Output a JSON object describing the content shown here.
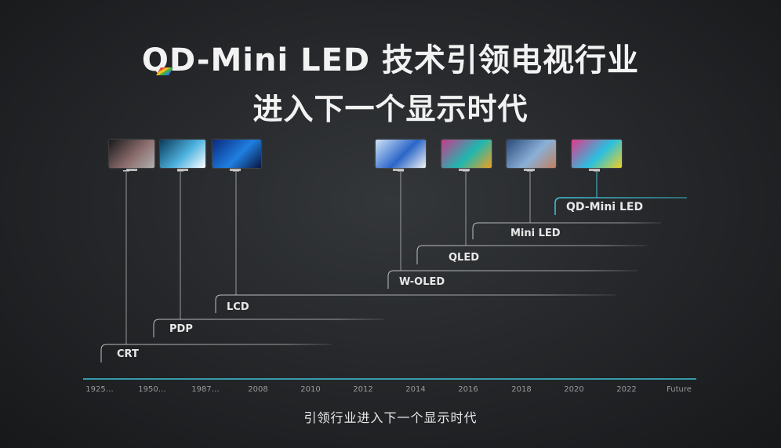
{
  "title": {
    "line1_prefix": "Q",
    "line1_rest": "D-Mini LED 技术引领电视行业",
    "line2": "进入下一个显示时代"
  },
  "timeline": {
    "ticks": [
      "1925…",
      "1950…",
      "1987…",
      "2008",
      "2010",
      "2012",
      "2014",
      "2016",
      "2018",
      "2020",
      "2022",
      "Future"
    ],
    "technologies": [
      {
        "label": "CRT",
        "start": "1925…",
        "end": "2010"
      },
      {
        "label": "PDP",
        "start": "1950…",
        "end": "2012"
      },
      {
        "label": "LCD",
        "start": "1987…",
        "end": "2022"
      },
      {
        "label": "W-OLED",
        "start": "2014",
        "end": "2022"
      },
      {
        "label": "QLED",
        "start": "2014",
        "end": "2022"
      },
      {
        "label": "Mini LED",
        "start": "2016",
        "end": "2022"
      },
      {
        "label": "QD-Mini LED",
        "start": "2020",
        "end": "Future"
      }
    ],
    "accent_color": "#3fc3d8"
  },
  "tvs": [
    {
      "name": "crt-tv-image",
      "colors": [
        "#1a1a1a",
        "#8a6b6b",
        "#b0b0b0"
      ]
    },
    {
      "name": "pdp-tv-image",
      "colors": [
        "#0a3a5a",
        "#4fb3e0",
        "#ffffff"
      ]
    },
    {
      "name": "lcd-tv-image",
      "colors": [
        "#0a2a80",
        "#1f7fe0",
        "#0b1540"
      ]
    },
    {
      "name": "woled-tv-image",
      "colors": [
        "#cfe3f7",
        "#2a66c8",
        "#f4f4f4"
      ]
    },
    {
      "name": "qled-tv-image",
      "colors": [
        "#c83a8a",
        "#1fb7b0",
        "#f0a020"
      ]
    },
    {
      "name": "miniled-tv-image",
      "colors": [
        "#2a4a7a",
        "#8ab0d8",
        "#c08060"
      ]
    },
    {
      "name": "qdminiled-tv-image",
      "colors": [
        "#e03a8a",
        "#2ac0e0",
        "#f0d020"
      ]
    }
  ],
  "footer": "引领行业进入下一个显示时代"
}
